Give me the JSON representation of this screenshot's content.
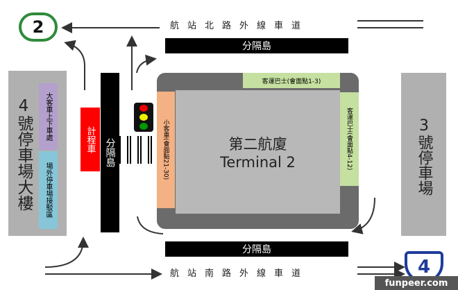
{
  "route_badges": {
    "top_left": "2",
    "bottom_right": "4"
  },
  "roads": {
    "north": "航站北路外線車道",
    "south": "航站南路外線車道"
  },
  "dividers": {
    "top": "分隔島",
    "bottom": "分隔島",
    "vertical": "分隔島"
  },
  "parking_4": {
    "title": "4號停車場大樓",
    "bus_zone": "大客車上下車處",
    "transfer_zone": "場外停車場接駁區"
  },
  "parking_3": {
    "title": "3號停車場"
  },
  "taxi": "計程車",
  "terminal": {
    "name_zh": "第二航廈",
    "name_en": "Terminal 2",
    "car_pickup": "小客車(會面點21-30)",
    "bus_top": "客運巴士(會面點1-3)",
    "bus_right": "客運巴士(會面點4-12)"
  },
  "watermark": "funpeer.com",
  "colors": {
    "green_badge": "#2e8b3a",
    "blue_badge": "#1f3c9a",
    "taxi": "#ff0000",
    "orange": "#f4b183",
    "lime": "#c5e0a0",
    "purple": "#b4a0cc",
    "cyan": "#86c6d8"
  }
}
